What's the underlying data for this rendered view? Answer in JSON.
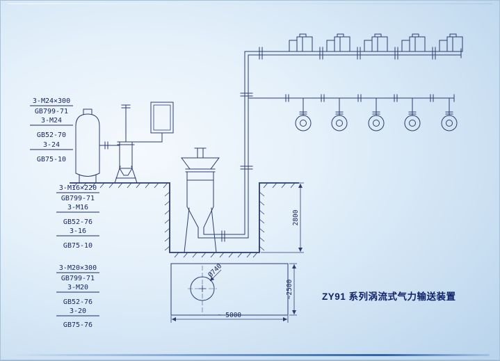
{
  "drawing": {
    "title": "ZY91 系列涡流式气力输送装置"
  },
  "part_labels": {
    "group1": {
      "rows": [
        "3-M24×300",
        "GB799-71",
        "3-M24",
        "GB52-70",
        "3-24",
        "GB75-10"
      ]
    },
    "group2": {
      "rows": [
        "3-M16×220",
        "GB799-71",
        "3-M16",
        "GB52-76",
        "3-16",
        "GB75-10"
      ]
    },
    "group3": {
      "rows": [
        "3-M20×300",
        "GB799-71",
        "3-M20",
        "GB52-76",
        "3-20",
        "GB75-76"
      ]
    }
  },
  "dimensions": {
    "pit_depth": "2800",
    "pit_plan_width": "~2500",
    "pit_plan_length": "~ 5000",
    "hole_diameter": "Ø740"
  },
  "colors": {
    "line": "#2c3c6e",
    "text": "#15255c",
    "title": "#0f2268",
    "background_light": "#f4f9fd",
    "background_deep": "#b9d4ec"
  }
}
